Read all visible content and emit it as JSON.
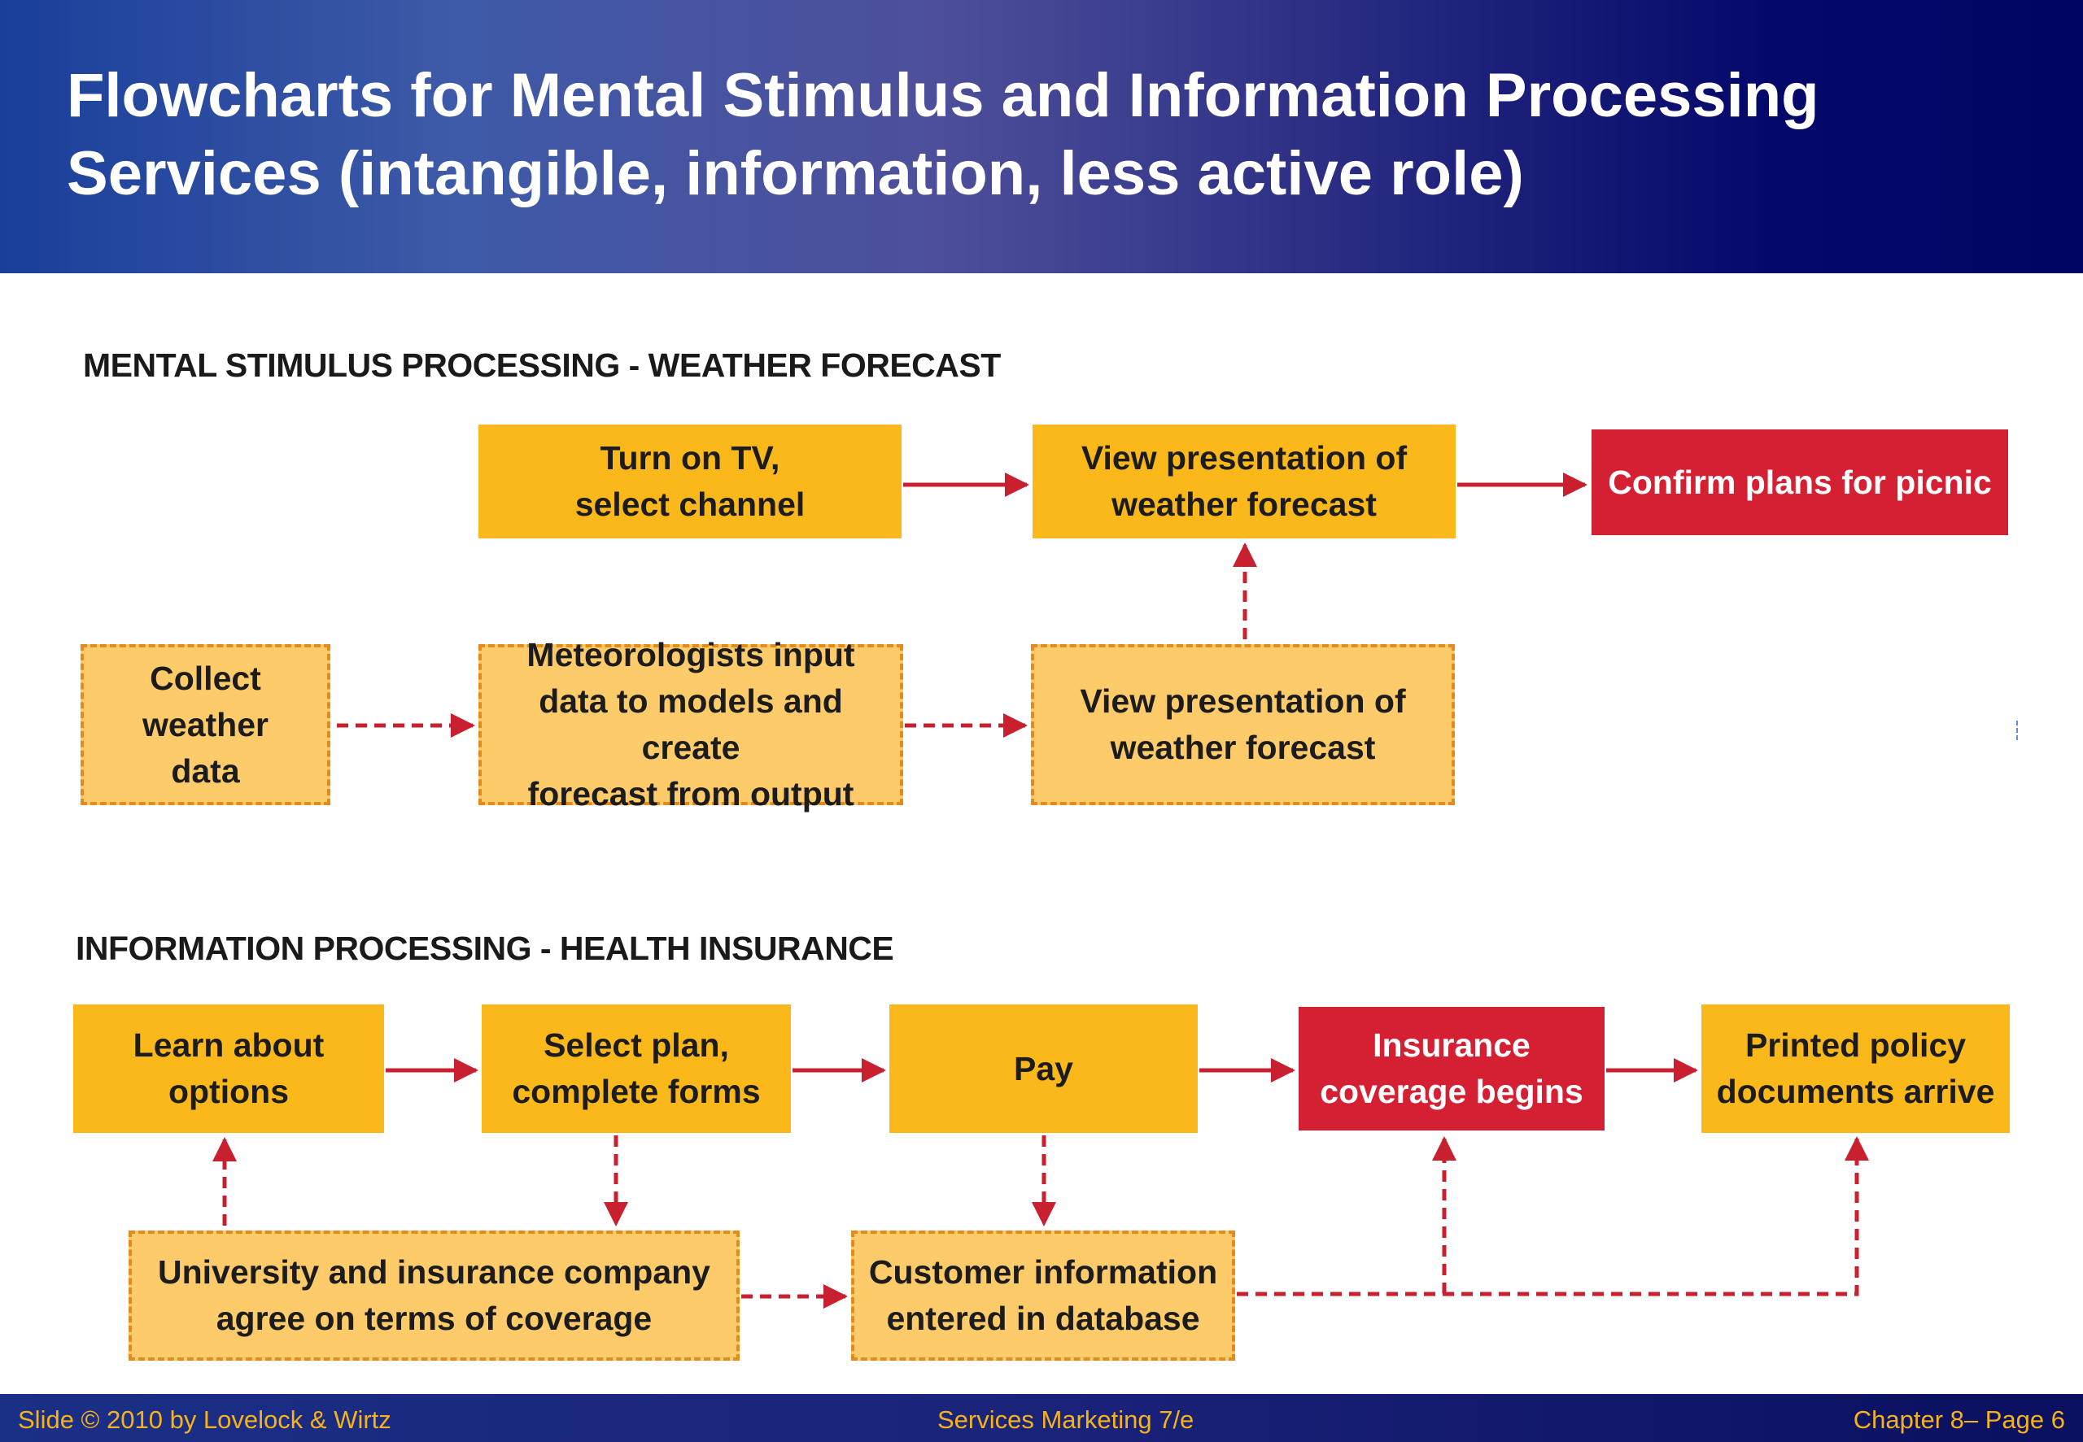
{
  "title": {
    "line1": "Flowcharts for Mental Stimulus and Information Processing",
    "line2": "Services (intangible, information, less active role)"
  },
  "sections": {
    "weather": {
      "label": "MENTAL STIMULUS PROCESSING - WEATHER FORECAST",
      "boxes": {
        "turn_on_tv": [
          "Turn on TV,",
          "select channel"
        ],
        "view_presentation_top": [
          "View presentation of",
          "weather forecast"
        ],
        "confirm_plans": [
          "Confirm plans for picnic"
        ],
        "collect_data": [
          "Collect",
          "weather",
          "data"
        ],
        "meteorologists": [
          "Meteorologists input",
          "data to models and create",
          "forecast from output"
        ],
        "view_presentation_bottom": [
          "View presentation of",
          "weather forecast"
        ]
      }
    },
    "insurance": {
      "label": "INFORMATION PROCESSING - HEALTH INSURANCE",
      "boxes": {
        "learn_options": [
          "Learn about",
          "options"
        ],
        "select_plan": [
          "Select plan,",
          "complete forms"
        ],
        "pay": [
          "Pay"
        ],
        "coverage_begins": [
          "Insurance",
          "coverage begins"
        ],
        "printed_policy": [
          "Printed policy",
          "documents arrive"
        ],
        "university_agree": [
          "University and insurance company",
          "agree on terms of coverage"
        ],
        "customer_info": [
          "Customer information",
          "entered in database"
        ]
      }
    }
  },
  "colors": {
    "front_stage_box": "#fbb81a",
    "backstage_box": "#fdcb6a",
    "backstage_border": "#e38b1b",
    "outcome_box": "#d42032",
    "arrow": "#c8202e"
  },
  "footer": {
    "left": "Slide © 2010 by Lovelock & Wirtz",
    "center": "Services Marketing 7/e",
    "right": "Chapter 8– Page 6"
  }
}
